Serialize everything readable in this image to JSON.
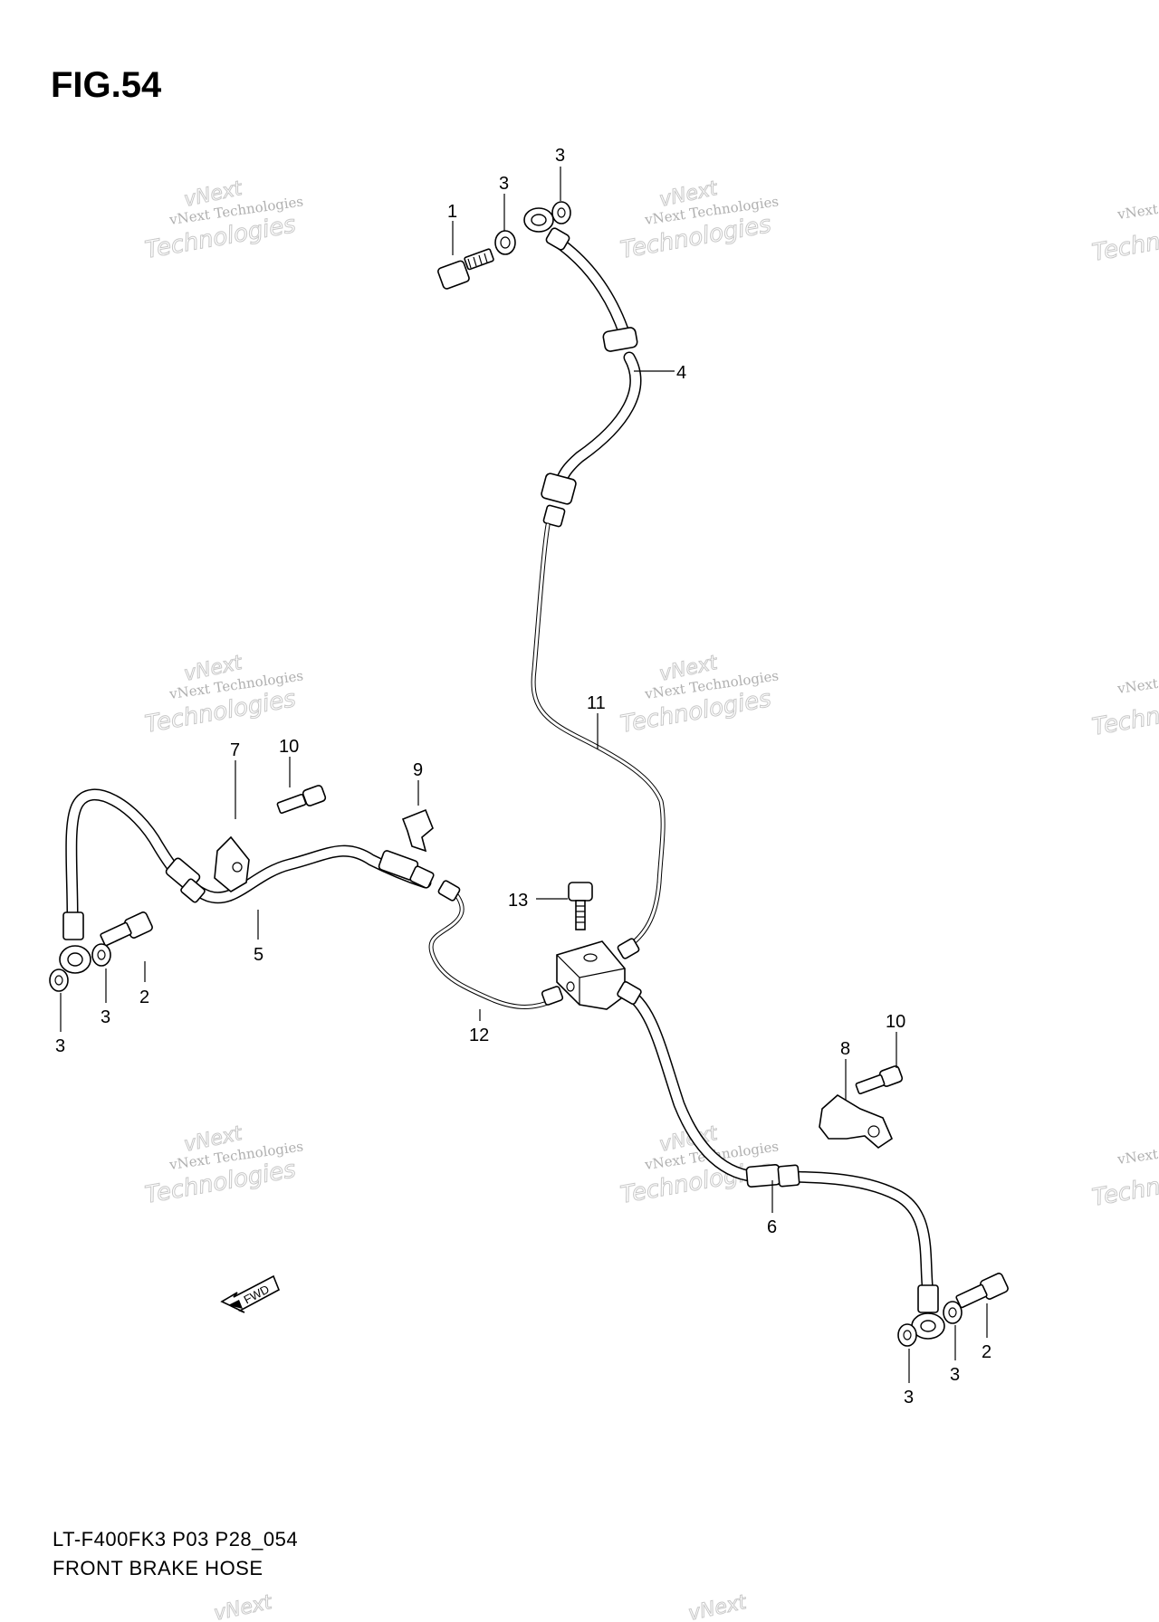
{
  "figure": {
    "title": "FIG.54"
  },
  "footer": {
    "model_code": "LT-F400FK3 P03 P28_054",
    "diagram_name": "FRONT BRAKE  HOSE"
  },
  "watermark": {
    "line1": "vNext Technologies",
    "line2": "Technologies",
    "line3": "vNext"
  },
  "direction_arrow": {
    "label": "FWD"
  },
  "callouts": {
    "c1": "1",
    "c3a": "3",
    "c3b": "3",
    "c4": "4",
    "c11": "11",
    "c7": "7",
    "c10a": "10",
    "c9": "9",
    "c5": "5",
    "c2a": "2",
    "c3c": "3",
    "c3d": "3",
    "c13": "13",
    "c12": "12",
    "c10b": "10",
    "c8": "8",
    "c6": "6",
    "c2b": "2",
    "c3e": "3",
    "c3f": "3"
  }
}
